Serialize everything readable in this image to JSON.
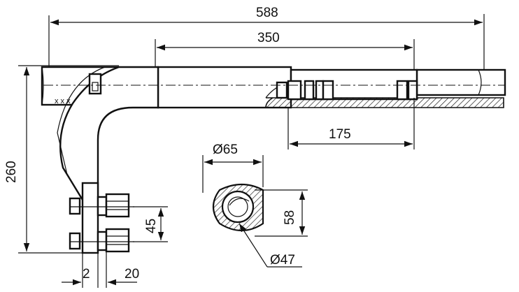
{
  "drawing": {
    "dimensions": {
      "overall_length": "588",
      "tube_length": "350",
      "thread_length": "175",
      "height": "260",
      "bolt_spacing": "45",
      "plate_thickness": "2",
      "nut_offset": "20",
      "outer_diameter": "Ø65",
      "inner_diameter": "Ø47",
      "flat_width": "58"
    },
    "weld_marks": "x x x"
  }
}
